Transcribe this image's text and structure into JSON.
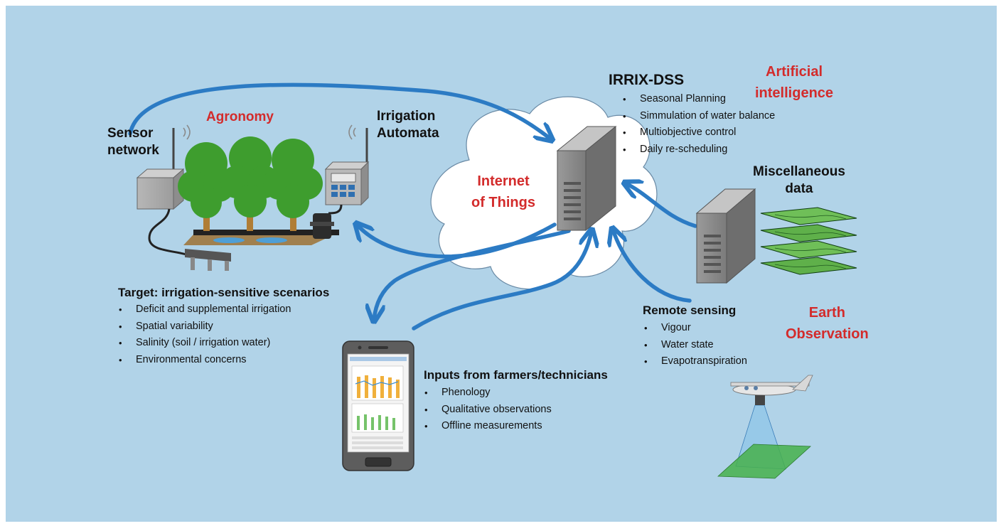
{
  "labels": {
    "sensor_network": "Sensor\nnetwork",
    "agronomy": "Agronomy",
    "irrigation_automata": "Irrigation\nAutomata",
    "internet_of_things": "Internet\nof Things",
    "irrix_title": "IRRIX-DSS",
    "artificial_intelligence": "Artificial\nintelligence",
    "misc_data": "Miscellaneous\ndata",
    "earth_observation": "Earth\nObservation"
  },
  "irrix_items": [
    "Seasonal Planning",
    "Simmulation of water balance",
    "Multiobjective control",
    "Daily re-scheduling"
  ],
  "target": {
    "title": "Target: irrigation-sensitive scenarios",
    "items": [
      "Deficit and supplemental irrigation",
      "Spatial variability",
      "Salinity (soil / irrigation water)",
      "Environmental concerns"
    ]
  },
  "remote_sensing": {
    "title": "Remote sensing",
    "items": [
      "Vigour",
      "Water state",
      "Evapotranspiration"
    ]
  },
  "inputs": {
    "title": "Inputs from farmers/technicians",
    "items": [
      "Phenology",
      "Qualitative observations",
      "Offline measurements"
    ]
  },
  "colors": {
    "background": "#b1d3e8",
    "arrow": "#2c7bc4",
    "accent_red": "#d32b2b",
    "tree_green": "#3e9d2e",
    "server_gray": "#8c8c8c"
  },
  "icons": [
    "wifi-signal-icon",
    "tree-icon",
    "server-icon",
    "smartphone-icon",
    "airplane-icon",
    "data-layers-icon",
    "soil-sensor-icon",
    "cloud-icon"
  ]
}
